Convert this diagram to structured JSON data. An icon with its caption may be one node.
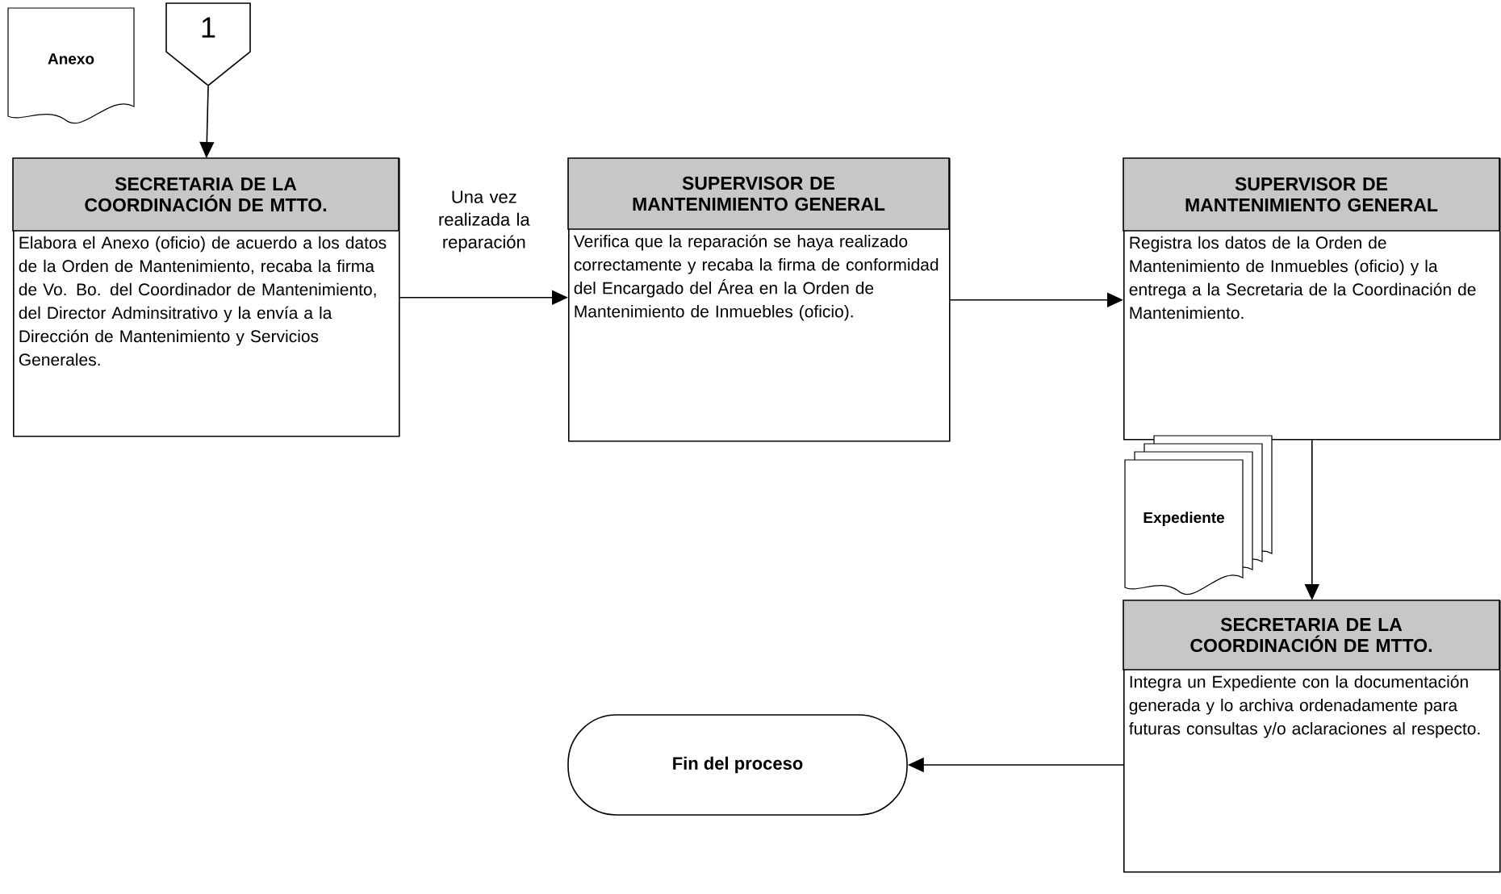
{
  "diagram": {
    "nodes": [
      {
        "text": [
          "Anexo"
        ]
      },
      {
        "text": [
          "1"
        ]
      },
      {
        "text": [
          "SECRETARIA DE LA COORDINACIÓN DE MTTO.",
          "Elabora el Anexo (oficio) de acuerdo a los datos de la Orden de Mantenimiento, recaba la firma de Vo. Bo. del Coordinador de Mantenimiento, del Director Adminsitrativo y la envía a la Dirección de Mantenimiento y Servicios Generales."
        ]
      },
      {
        "text": [
          "SUPERVISOR DE MANTENIMIENTO GENERAL",
          "Verifica que la reparación se haya realizado correctamente y recaba la firma de conformidad del Encargado del Área en la Orden de Mantenimiento de Inmuebles (oficio)."
        ]
      },
      {
        "text": [
          "SUPERVISOR DE MANTENIMIENTO GENERAL",
          "Registra los datos de la Orden de Mantenimiento de Inmuebles (oficio) y la entrega a la Secretaria de la Coordinación de Mantenimiento."
        ]
      },
      {
        "text": [
          "Expediente"
        ]
      },
      {
        "text": [
          "SECRETARIA DE LA COORDINACIÓN DE MTTO.",
          "Integra un Expediente con la documentación generada y lo archiva ordenadamente para futuras consultas y/o aclaraciones al respecto."
        ]
      },
      {
        "text": [
          "Fin del proceso"
        ]
      }
    ],
    "edges": [
      {
        "from": 1,
        "to": 2,
        "arrow": "to"
      },
      {
        "from": 2,
        "to": 3,
        "arrow": "to",
        "label": "Una vez realizada la reparación"
      },
      {
        "from": 3,
        "to": 4,
        "arrow": "to"
      },
      {
        "from": 4,
        "to": 6,
        "arrow": "to"
      },
      {
        "from": 6,
        "to": 7,
        "arrow": "to"
      }
    ]
  }
}
